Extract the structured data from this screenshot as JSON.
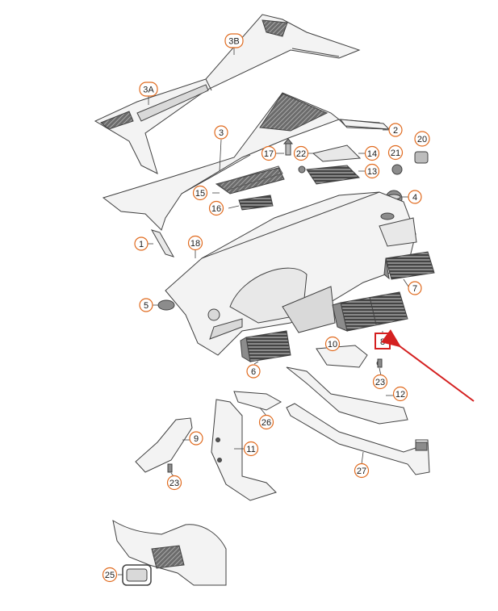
{
  "colors": {
    "line": "#404040",
    "fill_light": "#f3f3f3",
    "fill_mid": "#d9d9d9",
    "fill_dark": "#8c8c8c",
    "callout_border": "#e06a1e",
    "highlight_box": "#d42020",
    "arrow": "#d42020"
  },
  "callouts": {
    "p1": "1",
    "p2": "2",
    "p3": "3",
    "p3a": "3A",
    "p3b": "3B",
    "p4": "4",
    "p5": "5",
    "p6": "6",
    "p7": "7",
    "p8": "8",
    "p9": "9",
    "p10": "10",
    "p11": "11",
    "p12": "12",
    "p13": "13",
    "p14": "14",
    "p15": "15",
    "p16": "16",
    "p17": "17",
    "p18": "18",
    "p20": "20",
    "p21": "21",
    "p22": "22",
    "p23a": "23",
    "p23b": "23",
    "p25": "25",
    "p26": "26",
    "p27": "27"
  },
  "highlighted_part": "8"
}
